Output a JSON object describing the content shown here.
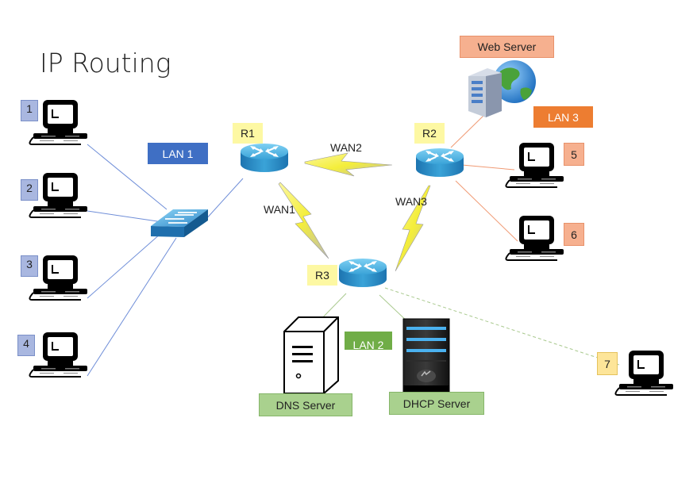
{
  "title": "IP Routing",
  "lan_labels": {
    "lan1": "LAN 1",
    "lan2": "LAN 2",
    "lan3": "LAN 3"
  },
  "routers": {
    "r1": "R1",
    "r2": "R2",
    "r3": "R3"
  },
  "wan_links": {
    "wan1": "WAN1",
    "wan2": "WAN2",
    "wan3": "WAN3"
  },
  "servers": {
    "web": "Web Server",
    "dns": "DNS Server",
    "dhcp": "DHCP Server"
  },
  "hosts": [
    "1",
    "2",
    "3",
    "4",
    "5",
    "6",
    "7"
  ],
  "colors": {
    "lan1_box": "#3f6fc4",
    "lan2_box": "#70ad47",
    "lan3_box": "#ed7d31",
    "web_box": "#f6b08f",
    "server_box": "#a9d18e",
    "router_label": "#fdf8a3",
    "lan1_lines": "#6f8ed8",
    "lan3_lines": "#f09a74",
    "lan2_lines": "#a9c98e",
    "router_blue": "#3aa3d8",
    "lightning": "#f4ee3a"
  },
  "icons": [
    "computer-icon",
    "switch-icon",
    "router-icon",
    "server-tower-icon",
    "globe-icon",
    "lightning-icon"
  ]
}
